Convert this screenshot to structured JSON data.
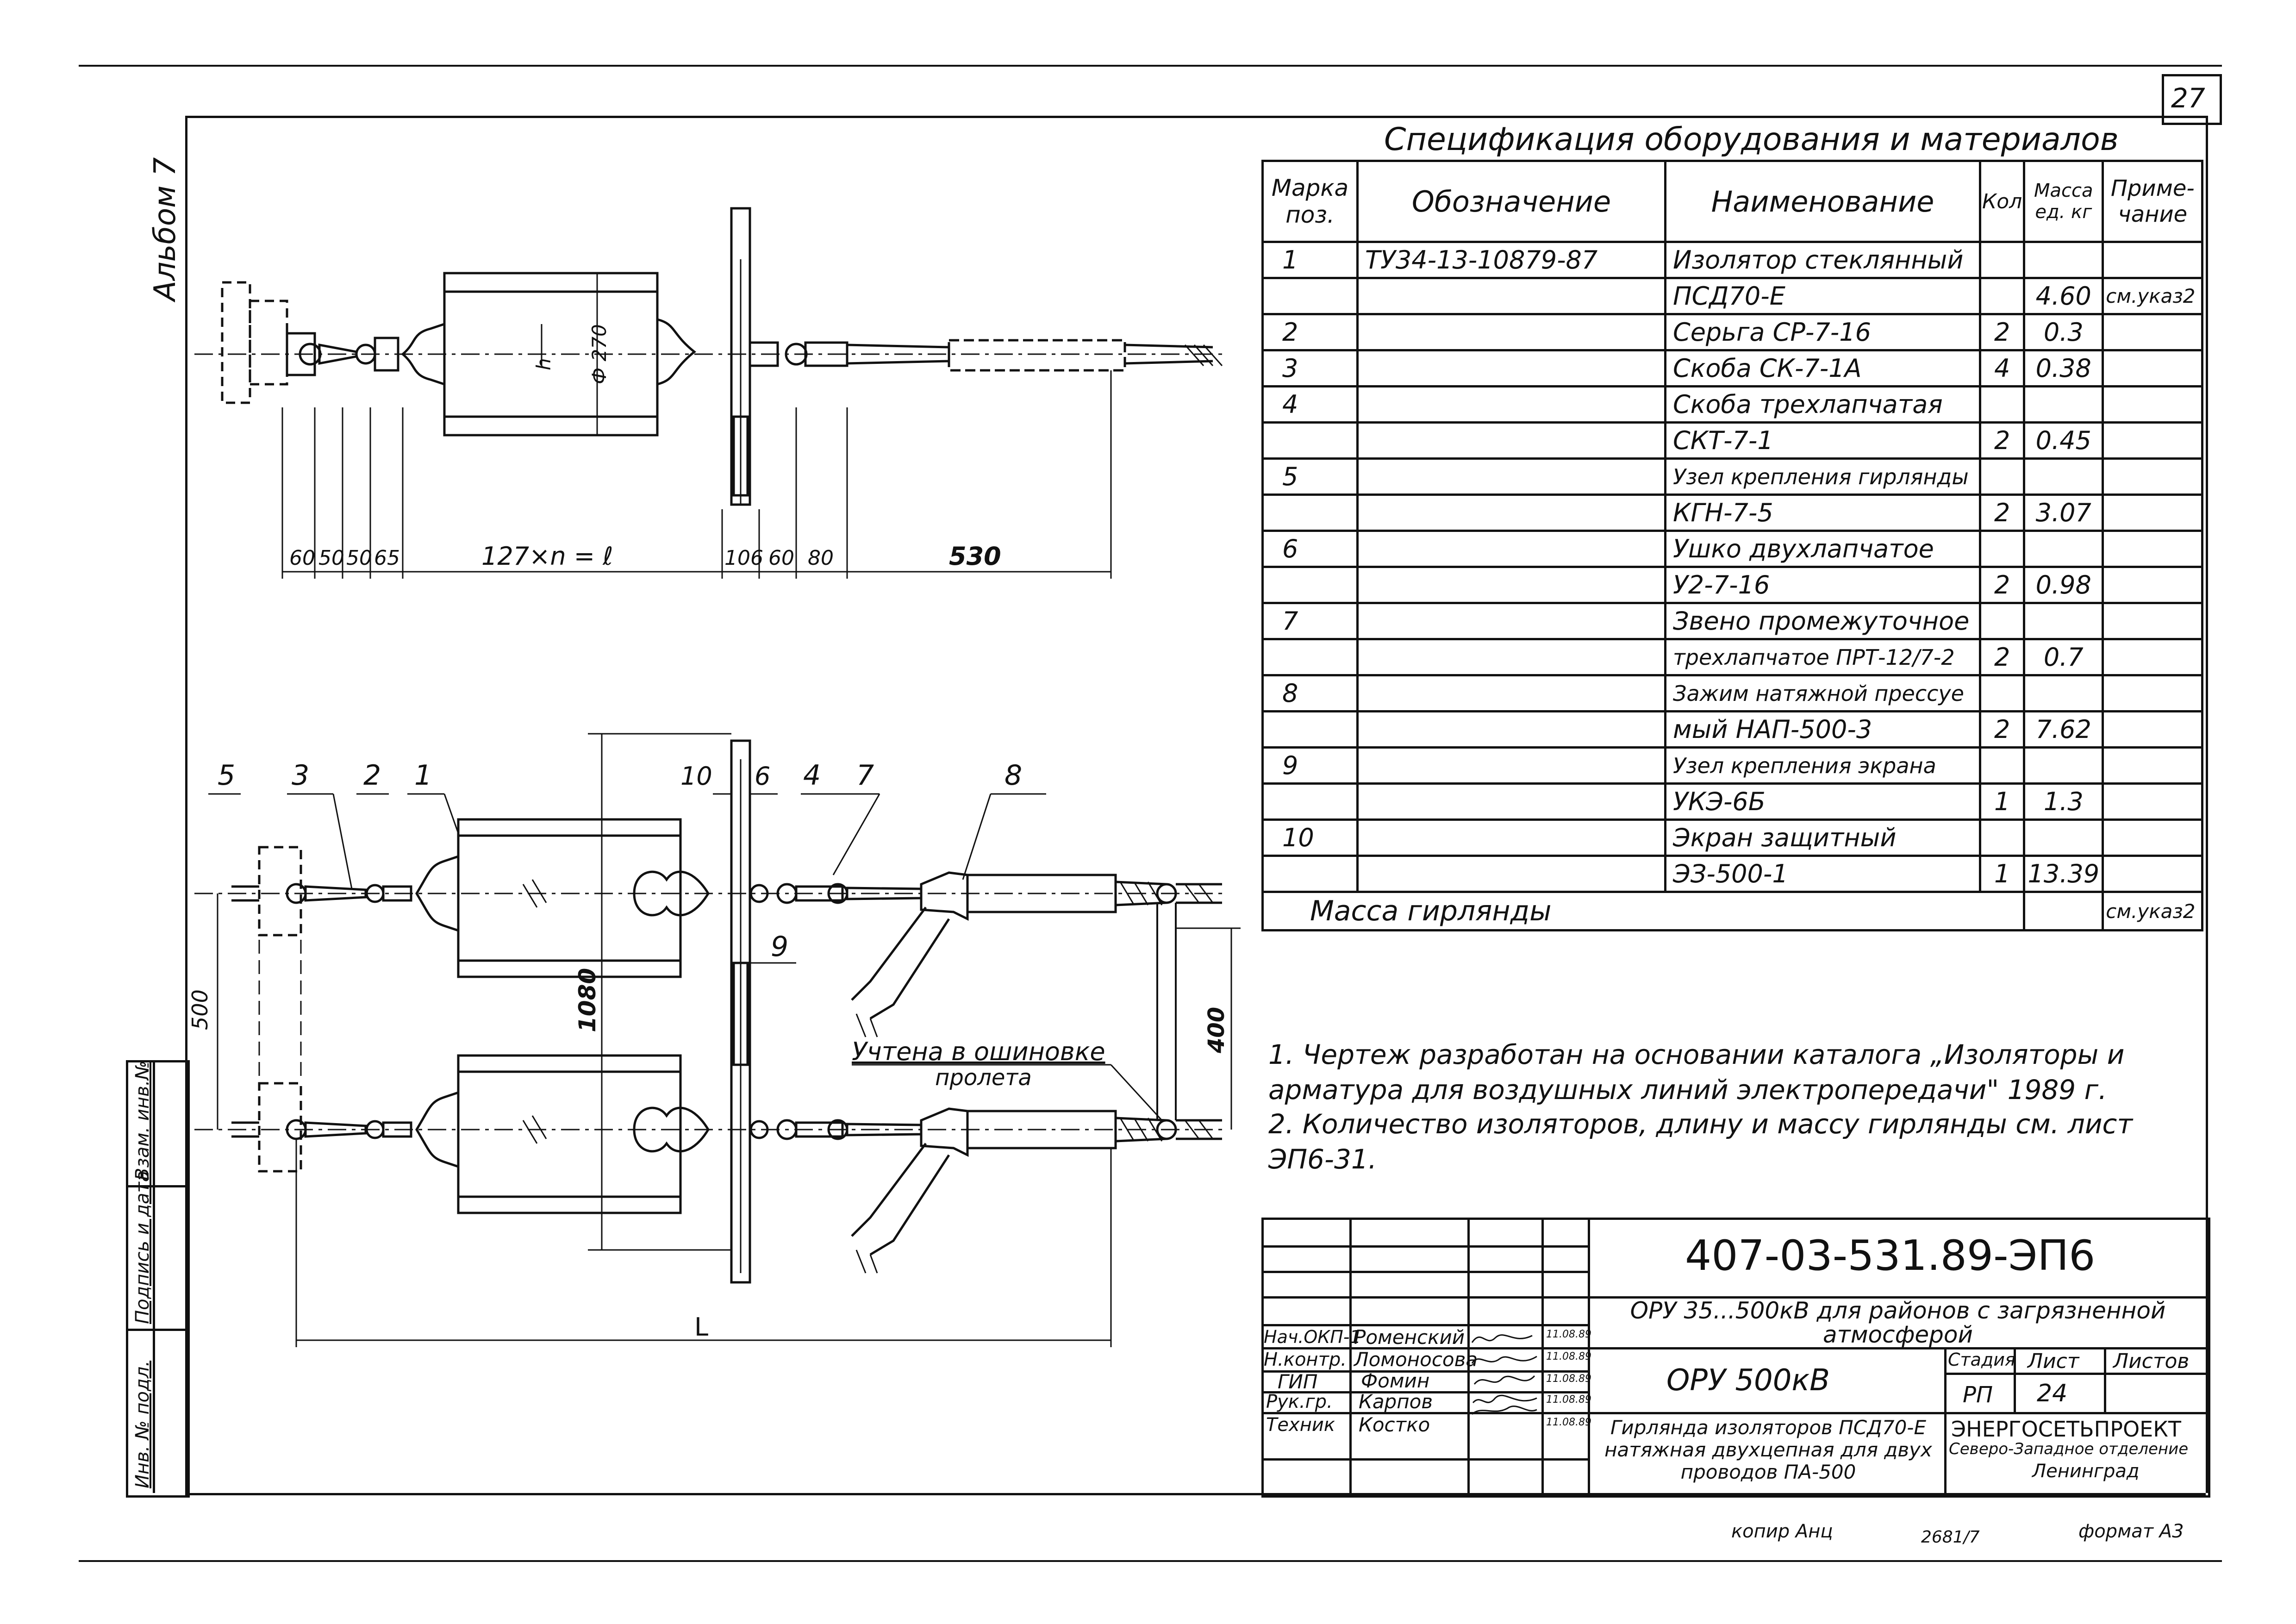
{
  "sheet_corner": "27",
  "album_label": "Альбом 7",
  "spec": {
    "title": "Спецификация оборудования и материалов",
    "headers": [
      "Марка поз.",
      "Обозначение",
      "Наименование",
      "Кол",
      "Масса ед. кг",
      "Приме- чание"
    ],
    "rows": [
      [
        "1",
        "ТУ34-13-10879-87",
        "Изолятор стеклянный",
        "",
        "",
        ""
      ],
      [
        "",
        "",
        "ПСД70-Е",
        "",
        "4.60",
        "см.указ2"
      ],
      [
        "2",
        "",
        "Серьга СР-7-16",
        "2",
        "0.3",
        ""
      ],
      [
        "3",
        "",
        "Скоба СК-7-1А",
        "4",
        "0.38",
        ""
      ],
      [
        "4",
        "",
        "Скоба трехлапчатая",
        "",
        "",
        ""
      ],
      [
        "",
        "",
        "СКТ-7-1",
        "2",
        "0.45",
        ""
      ],
      [
        "5",
        "",
        "Узел крепления гирлянды",
        "",
        "",
        ""
      ],
      [
        "",
        "",
        "КГН-7-5",
        "2",
        "3.07",
        ""
      ],
      [
        "6",
        "",
        "Ушко двухлапчатое",
        "",
        "",
        ""
      ],
      [
        "",
        "",
        "У2-7-16",
        "2",
        "0.98",
        ""
      ],
      [
        "7",
        "",
        "Звено промежуточное",
        "",
        "",
        ""
      ],
      [
        "",
        "",
        "трехлапчатое ПРТ-12/7-2",
        "2",
        "0.7",
        ""
      ],
      [
        "8",
        "",
        "Зажим натяжной прессуе",
        "",
        "",
        ""
      ],
      [
        "",
        "",
        "мый НАП-500-3",
        "2",
        "7.62",
        ""
      ],
      [
        "9",
        "",
        "Узел крепления экрана",
        "",
        "",
        ""
      ],
      [
        "",
        "",
        "УКЭ-6Б",
        "1",
        "1.3",
        ""
      ],
      [
        "10",
        "",
        "Экран защитный",
        "",
        "",
        ""
      ],
      [
        "",
        "",
        "ЭЗ-500-1",
        "1",
        "13.39",
        ""
      ]
    ],
    "total_label": "Масса гирлянды",
    "total_note": "см.указ2"
  },
  "notes": [
    "1. Чертеж разработан на основании каталога „Изоляторы и арматура для воздушных линий электропередачи\" 1989 г.",
    "2. Количество изоляторов, длину и массу гирлянды см. лист ЭП6-31."
  ],
  "top_view": {
    "dims": [
      "60",
      "50",
      "50",
      "65",
      "127×n = ℓ",
      "106",
      "60",
      "80",
      "530"
    ],
    "diameter": "Ф 270",
    "h_label": "h"
  },
  "plan_view": {
    "callouts": [
      "5",
      "3",
      "2",
      "1",
      "10",
      "6",
      "4",
      "7",
      "8",
      "9"
    ],
    "dim_500": "500",
    "dim_1080": "1080",
    "dim_400": "400",
    "dim_L": "L",
    "busbar_note_line1": "Учтена в ошиновке",
    "busbar_note_line2": "пролета"
  },
  "title_block": {
    "code": "407-03-531.89-ЭП6",
    "object": "ОРУ 35...500кВ для районов с загрязненной атмосферой",
    "sheet_name": "ОРУ 500кВ",
    "drawing_title": "Гирлянда изоляторов ПСД70-Е натяжная двухцепная для двух проводов ПА-500",
    "stage_label": "Стадия",
    "sheet_label": "Лист",
    "sheets_label": "Листов",
    "stage": "РП",
    "sheet": "24",
    "org_line1": "ЭНЕРГОСЕТЬПРОЕКТ",
    "org_line2": "Северо-Западное отделение",
    "org_line3": "Ленинград",
    "signers": [
      {
        "role": "Нач.ОКП-1",
        "name": "Роменский",
        "date": "11.08.89"
      },
      {
        "role": "Н.контр.",
        "name": "Ломоносова",
        "date": "11.08.89"
      },
      {
        "role": "ГИП",
        "name": "Фомин",
        "date": "11.08.89"
      },
      {
        "role": "Рук.гр.",
        "name": "Карпов",
        "date": "11.08.89"
      },
      {
        "role": "Техник",
        "name": "Костко",
        "date": "11.08.89"
      }
    ]
  },
  "side_stamps": [
    "Инв. № подл.",
    "Подпись и дата",
    "Взам. инв.№"
  ],
  "footer": {
    "copied": "копир Анц",
    "number": "2681/7",
    "format": "формат А3"
  }
}
